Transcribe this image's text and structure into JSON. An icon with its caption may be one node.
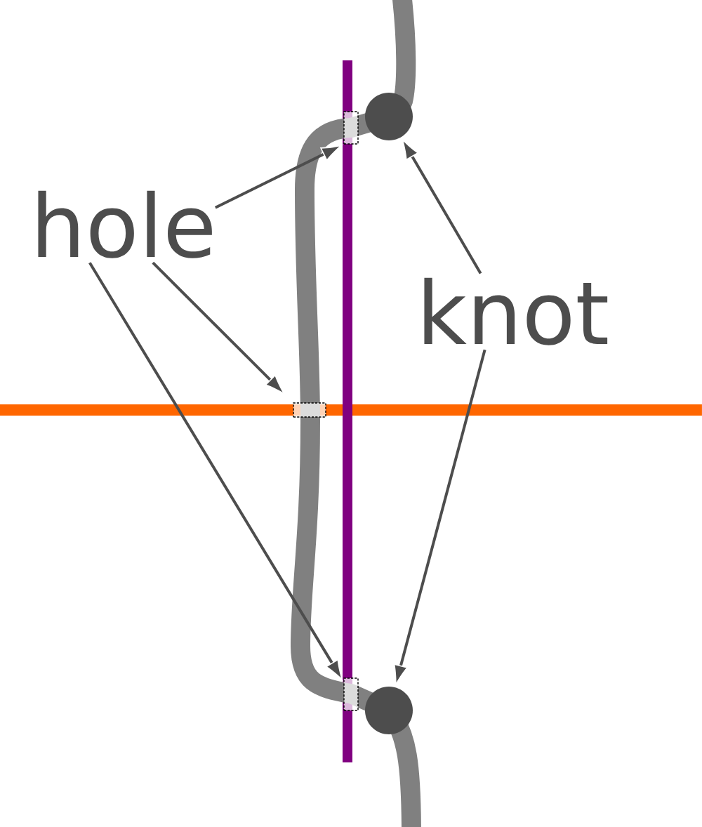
{
  "diagram": {
    "nodes": [
      {
        "text": [
          "hole"
        ]
      },
      {
        "text": [
          "knot"
        ]
      },
      {
        "text": [],
        "shape": "box"
      },
      {
        "text": [],
        "shape": "box"
      },
      {
        "text": [],
        "shape": "box"
      },
      {
        "text": [],
        "shape": "circle"
      },
      {
        "text": [],
        "shape": "circle"
      }
    ],
    "edges": [
      {
        "from": 0,
        "to": 2,
        "arrow": "to"
      },
      {
        "from": 0,
        "to": 3,
        "arrow": "to"
      },
      {
        "from": 0,
        "to": 4,
        "arrow": "to"
      },
      {
        "from": 1,
        "to": 5,
        "arrow": "to"
      },
      {
        "from": 1,
        "to": 6,
        "arrow": "to"
      }
    ]
  }
}
